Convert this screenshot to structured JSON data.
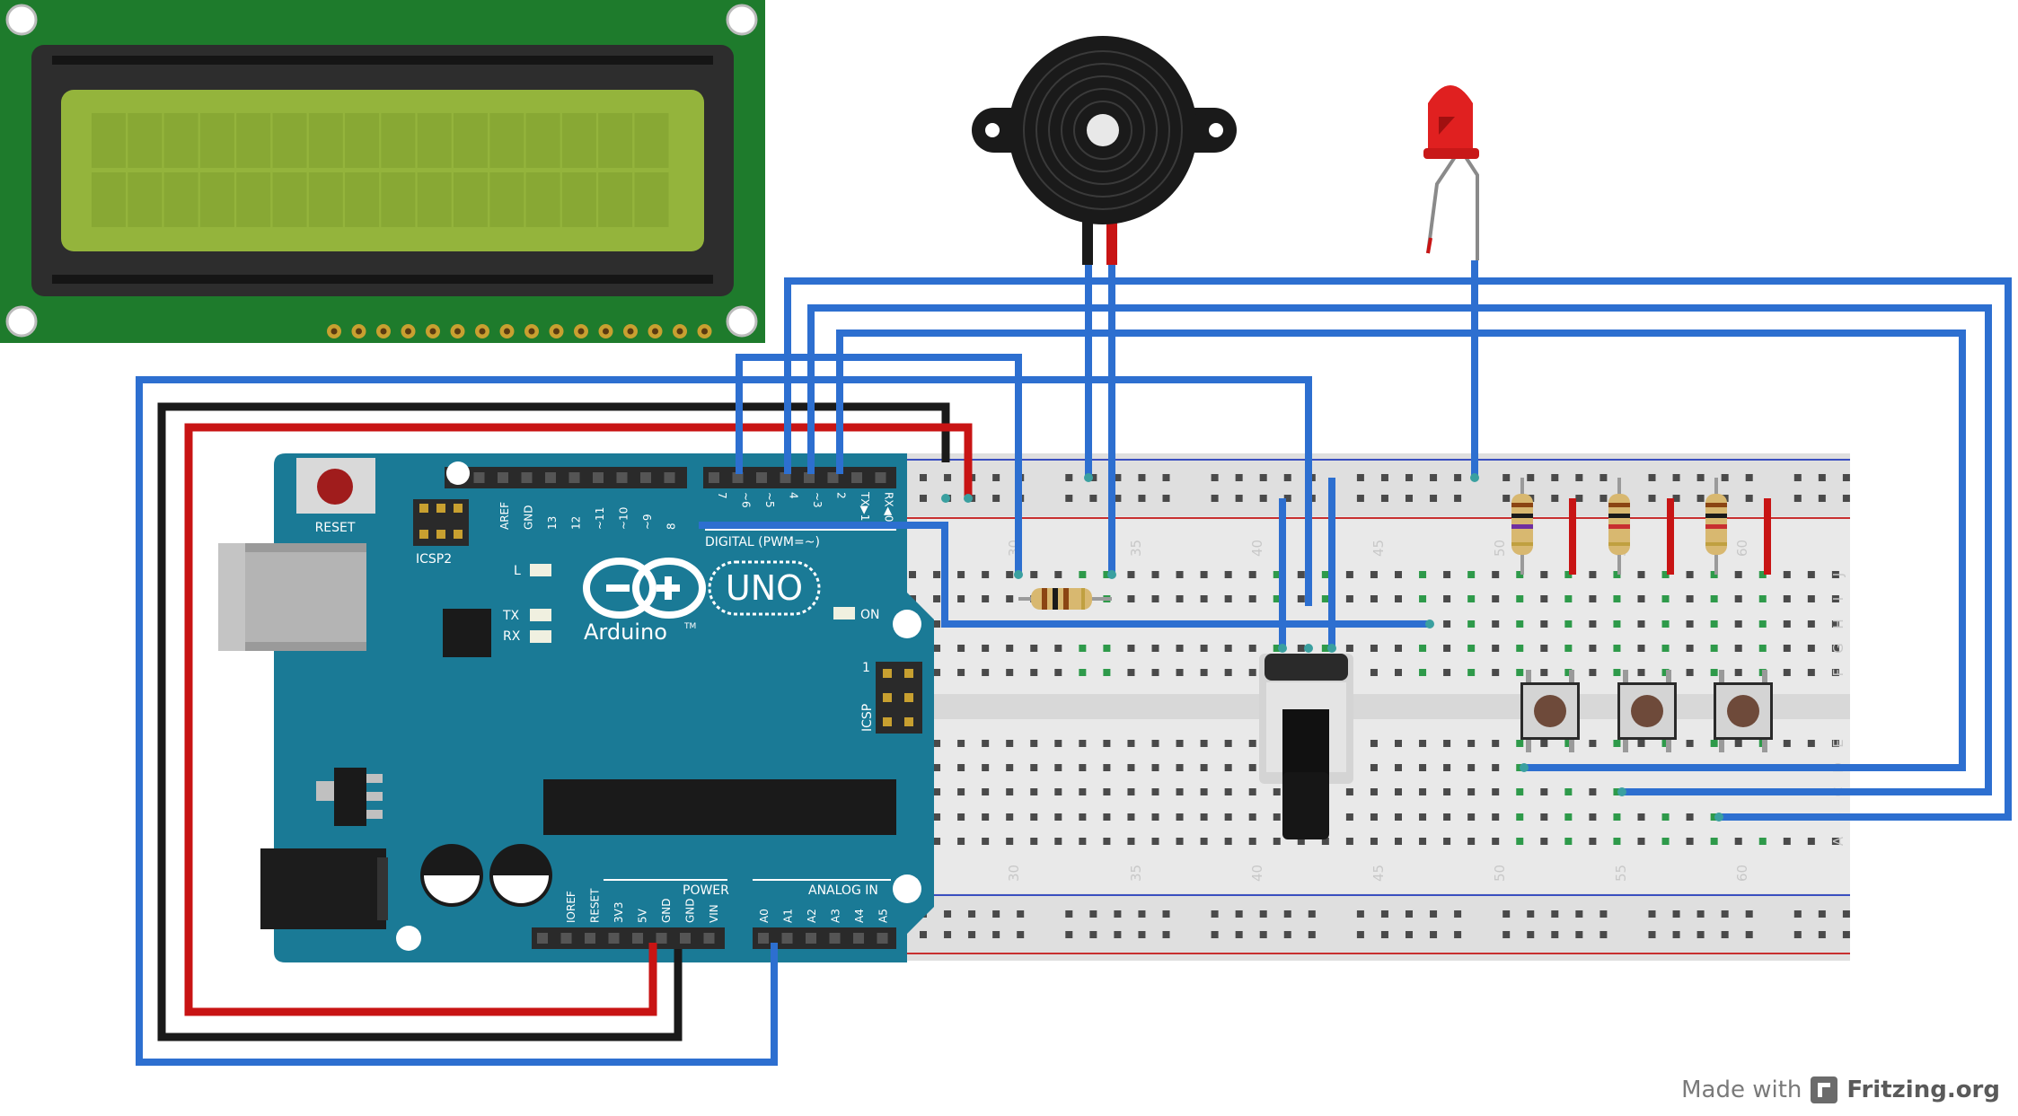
{
  "lcd": {
    "rows": 2,
    "cols": 16,
    "pins": 16
  },
  "arduino": {
    "brand": "Arduino",
    "tm": "TM",
    "model": "UNO",
    "reset_label": "RESET",
    "icsp2_label": "ICSP2",
    "icsp_label": "ICSP",
    "icsp_pin1": "1",
    "l_label": "L",
    "tx_label": "TX",
    "rx_label": "RX",
    "on_label": "ON",
    "digital_label": "DIGITAL (PWM=~)",
    "power_label": "POWER",
    "analog_label": "ANALOG IN",
    "top_header_labels": [
      "AREF",
      "GND",
      "13",
      "12",
      "~11",
      "~10",
      "~9",
      "8"
    ],
    "digital_pin_labels": [
      "7",
      "~6",
      "~5",
      "4",
      "~3",
      "2",
      "TX▶1",
      "RX◀0"
    ],
    "power_pin_labels": [
      "IOREF",
      "RESET",
      "3V3",
      "5V",
      "GND",
      "GND",
      "VIN"
    ],
    "analog_pin_labels": [
      "A0",
      "A1",
      "A2",
      "A3",
      "A4",
      "A5"
    ]
  },
  "breadboard": {
    "column_numbers_top": [
      "30",
      "35",
      "40",
      "45",
      "50",
      "55",
      "60"
    ],
    "column_numbers_bottom": [
      "30",
      "35",
      "40",
      "45",
      "50",
      "55",
      "60"
    ],
    "row_letters_upper": [
      "J",
      "I",
      "H",
      "G",
      "F"
    ],
    "row_letters_lower": [
      "E",
      "D",
      "C",
      "B",
      "A"
    ]
  },
  "colors": {
    "wire_blue": "#2d6fd0",
    "wire_red": "#c81414",
    "wire_black": "#1a1a1a",
    "arduino_board": "#1a7a96",
    "lcd_pcb": "#1e7b2c",
    "lcd_screen": "#94b43c"
  },
  "footer": {
    "made_with": "Made with",
    "brand": "Fritzing.org"
  }
}
